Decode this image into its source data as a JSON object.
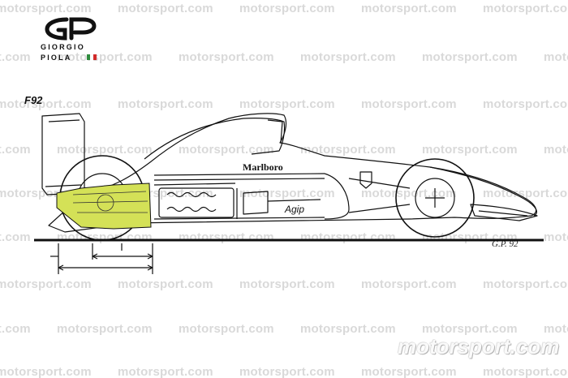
{
  "watermark": {
    "text": "motorsport.com",
    "color": "#d9d9d9"
  },
  "logo": {
    "line1": "GIORGIO",
    "line2": "PIOLA",
    "flag_colors": [
      "#2e8b3d",
      "#ffffff",
      "#d22a2a"
    ]
  },
  "drawing": {
    "model_label": "F92",
    "sponsor_1": "Marlboro",
    "sponsor_2": "Agip",
    "signature": "G.P. 92",
    "highlight_color": "#d4e157"
  },
  "brand": {
    "text": "motorsport.com"
  }
}
